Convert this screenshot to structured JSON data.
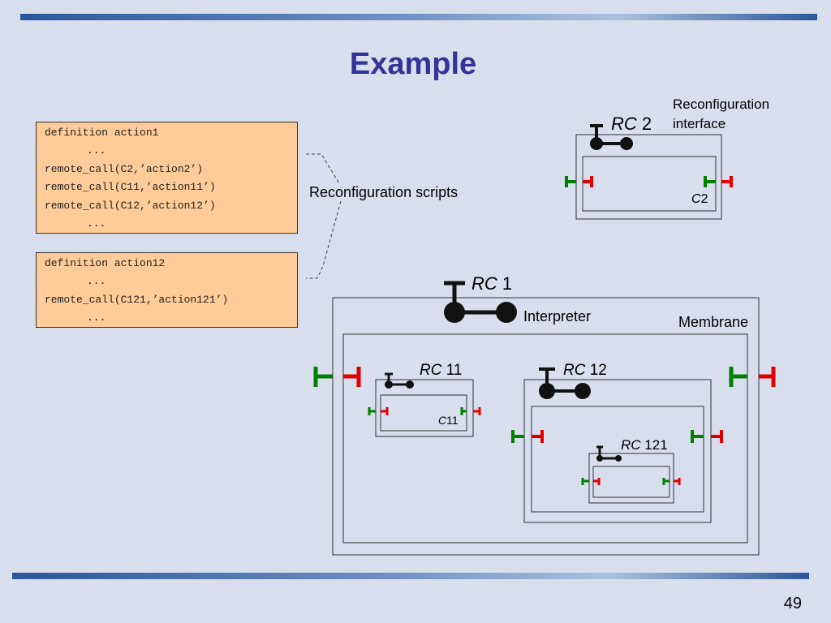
{
  "slide": {
    "title": "Example",
    "page_number": "49"
  },
  "scripts": [
    {
      "lines": [
        {
          "text": "definition action1",
          "indent": false
        },
        {
          "text": "...",
          "indent": true
        },
        {
          "text": "remote_call(C2,’action2’)",
          "indent": false
        },
        {
          "text": "remote_call(C11,’action11’)",
          "indent": false
        },
        {
          "text": "remote_call(C12,’action12’)",
          "indent": false
        },
        {
          "text": "...",
          "indent": true
        }
      ]
    },
    {
      "lines": [
        {
          "text": "definition action12",
          "indent": false
        },
        {
          "text": "...",
          "indent": true
        },
        {
          "text": "remote_call(C121,’action121’)",
          "indent": false
        },
        {
          "text": "...",
          "indent": true
        }
      ]
    }
  ],
  "labels": {
    "reconfiguration_scripts": "Reconfiguration scripts",
    "reconfiguration_interface_line1": "Reconfiguration",
    "reconfiguration_interface_line2": "interface",
    "interpreter": "Interpreter",
    "membrane": "Membrane"
  },
  "components": {
    "rc2": {
      "rc": "RC",
      "num": " 2",
      "c": "C",
      "cnum": "2"
    },
    "rc1": {
      "rc": "RC",
      "num": " 1"
    },
    "rc11": {
      "rc": "RC",
      "num": " 11",
      "c": "C",
      "cnum": "11"
    },
    "rc12": {
      "rc": "RC",
      "num": " 12"
    },
    "rc121": {
      "rc": "RC",
      "num": " 121"
    }
  },
  "colors": {
    "background": "#d9deed",
    "title": "#333399",
    "script_box": "#ffcc99",
    "provided_interface": "#008000",
    "required_interface": "#e00000",
    "rc_symbol": "#111111"
  }
}
